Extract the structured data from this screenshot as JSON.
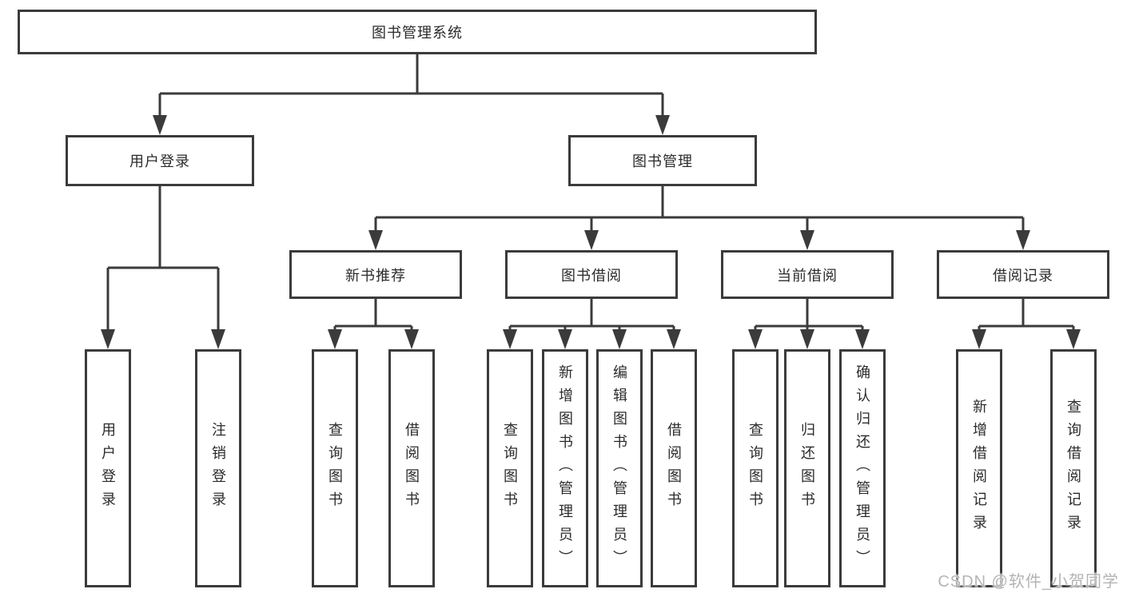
{
  "diagram": {
    "type": "tree",
    "colors": {
      "line": "#3b3b3b",
      "box_border": "#3b3b3b",
      "box_fill": "#ffffff",
      "text": "#2b2b2b",
      "watermark_text": "#b4b4b4"
    },
    "nodes": {
      "root": "图书管理系统",
      "user_login": "用户登录",
      "book_management": "图书管理",
      "user_login_leaf": "用户登录",
      "logout_leaf": "注销登录",
      "new_book_recommend": "新书推荐",
      "book_borrowing": "图书借阅",
      "current_borrowing": "当前借阅",
      "borrowing_records": "借阅记录",
      "nbr_query_books": "查询图书",
      "nbr_borrow_books": "借阅图书",
      "bb_query_books": "查询图书",
      "bb_add_books_admin": "新增图书（管理员）",
      "bb_edit_books_admin": "编辑图书（管理员）",
      "bb_borrow_books": "借阅图书",
      "cb_query_books": "查询图书",
      "cb_return_books": "归还图书",
      "cb_confirm_return_admin": "确认归还（管理员）",
      "br_add_record": "新增借阅记录",
      "br_query_record": "查询借阅记录"
    },
    "hierarchy": {
      "图书管理系统": {
        "用户登录": [
          "用户登录",
          "注销登录"
        ],
        "图书管理": {
          "新书推荐": [
            "查询图书",
            "借阅图书"
          ],
          "图书借阅": [
            "查询图书",
            "新增图书（管理员）",
            "编辑图书（管理员）",
            "借阅图书"
          ],
          "当前借阅": [
            "查询图书",
            "归还图书",
            "确认归还（管理员）"
          ],
          "借阅记录": [
            "新增借阅记录",
            "查询借阅记录"
          ]
        }
      }
    },
    "watermark": "CSDN @软件_小贺同学"
  }
}
